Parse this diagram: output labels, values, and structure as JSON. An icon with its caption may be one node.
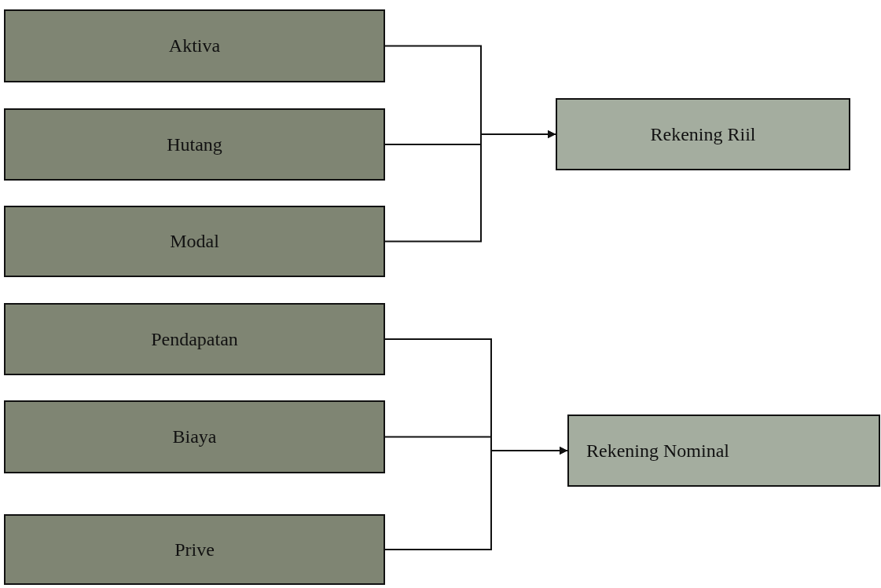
{
  "diagram": {
    "nodes": [
      {
        "text": [
          "Aktiva"
        ]
      },
      {
        "text": [
          "Hutang"
        ]
      },
      {
        "text": [
          "Modal"
        ]
      },
      {
        "text": [
          "Pendapatan"
        ]
      },
      {
        "text": [
          "Biaya"
        ]
      },
      {
        "text": [
          "Prive"
        ]
      },
      {
        "text": [
          "Rekening Riil"
        ]
      },
      {
        "text": [
          "Rekening Nominal"
        ]
      }
    ],
    "edges": [
      {
        "from": 0,
        "to": 6,
        "arrow": "to"
      },
      {
        "from": 1,
        "to": 6,
        "arrow": "to"
      },
      {
        "from": 2,
        "to": 6,
        "arrow": "to"
      },
      {
        "from": 3,
        "to": 7,
        "arrow": "to"
      },
      {
        "from": 4,
        "to": 7,
        "arrow": "to"
      },
      {
        "from": 5,
        "to": 7,
        "arrow": "to"
      }
    ]
  }
}
